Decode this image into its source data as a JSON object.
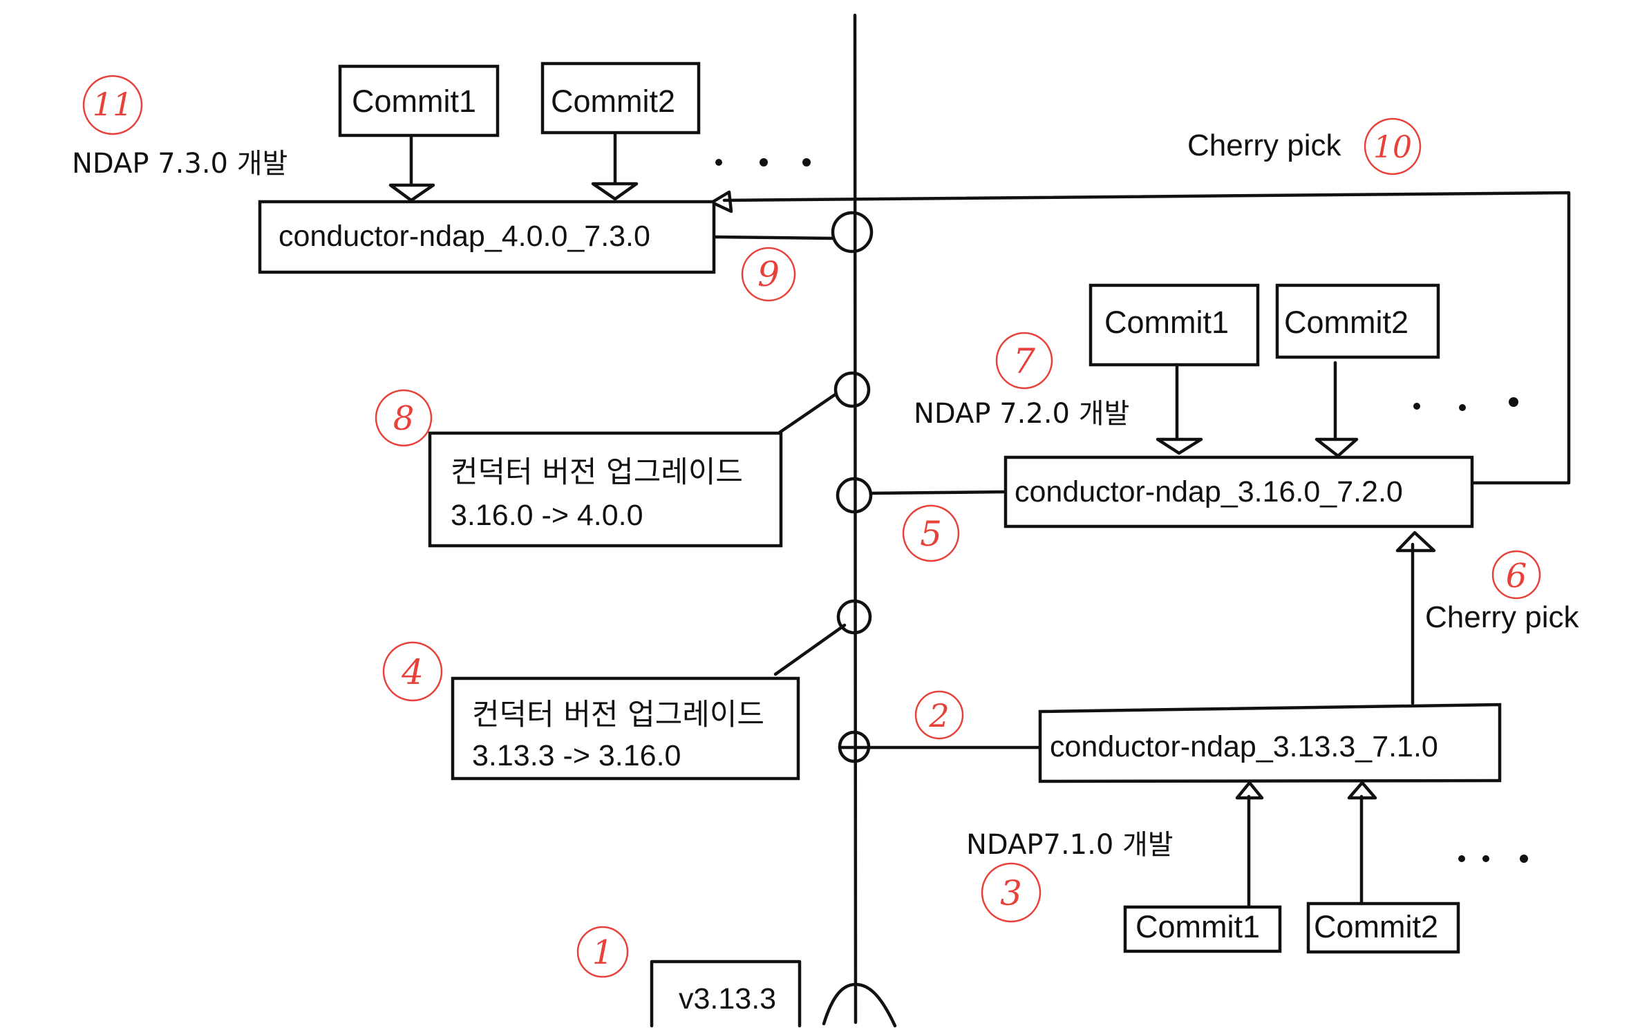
{
  "diagram": {
    "branches": {
      "b730": "conductor-ndap_4.0.0_7.3.0",
      "b720": "conductor-ndap_3.16.0_7.2.0",
      "b710": "conductor-ndap_3.13.3_7.1.0"
    },
    "commits": {
      "c1": "Commit1",
      "c2": "Commit2"
    },
    "labels": {
      "dev730": "NDAP 7.3.0 개발",
      "dev720": "NDAP 7.2.0 개발",
      "dev710": "NDAP7.1.0 개발",
      "cherry1": "Cherry pick",
      "cherry2": "Cherry pick"
    },
    "upgrades": {
      "up1_title": "컨덕터 버전 업그레이드",
      "up1_detail": "3.16.0 -> 4.0.0",
      "up2_title": "컨덕터 버전 업그레이드",
      "up2_detail": "3.13.3 -> 3.16.0"
    },
    "base_tag": "v3.13.3",
    "steps": [
      "1",
      "2",
      "3",
      "4",
      "5",
      "6",
      "7",
      "8",
      "9",
      "10",
      "11"
    ],
    "colors": {
      "ink": "#111111",
      "annotation": "#e8413a"
    }
  }
}
